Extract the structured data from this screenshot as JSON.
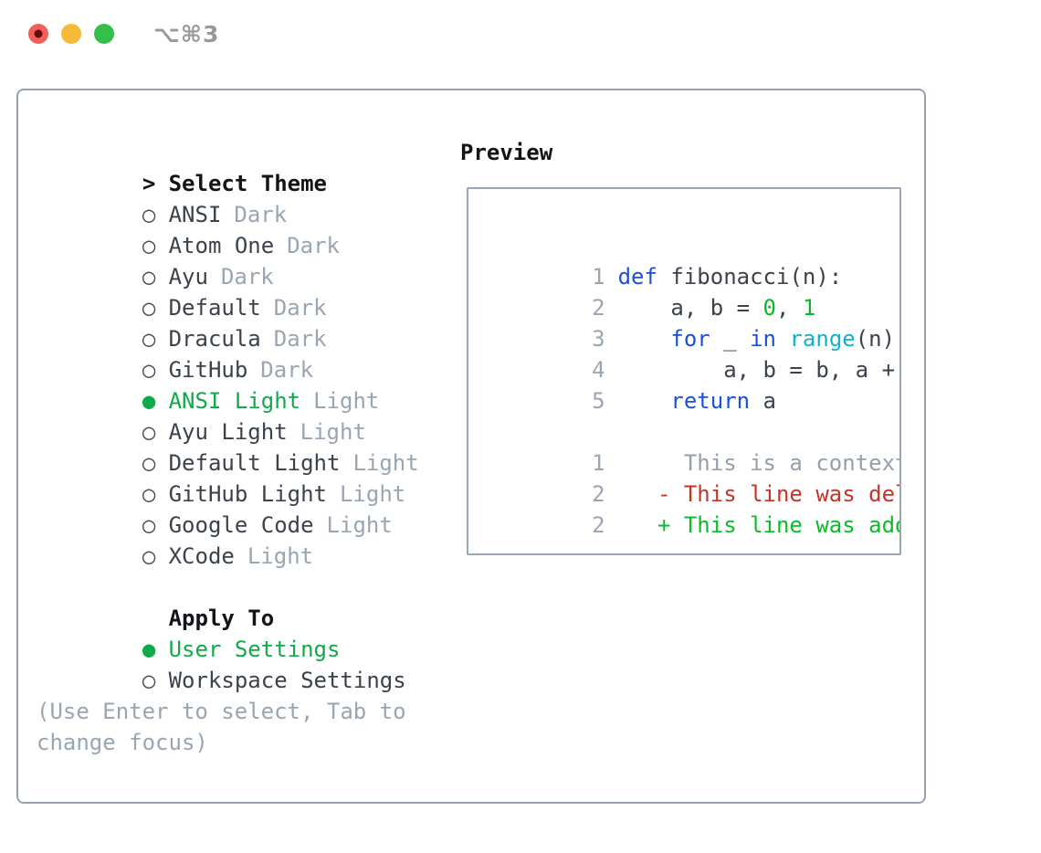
{
  "window": {
    "shortcut_label": "⌥⌘3",
    "traffic_lights": {
      "close_color": "#f35f58",
      "close_dot_color": "#650d0d",
      "minimize_color": "#f5bb38",
      "zoom_color": "#32c04b"
    }
  },
  "colors": {
    "ui_selected_green": "#10ab48",
    "muted_gray": "#9aa5b2",
    "text_dark": "#3c424b",
    "header_black": "#121417",
    "keyword_blue": "#1d50d8",
    "function_cyan": "#10b4c8",
    "value_green": "#0ab823",
    "diff_added_green": "#0abd27",
    "diff_deleted_red": "#c43527",
    "panel_border": "#98a2ae"
  },
  "theme_panel": {
    "header_marker": ">",
    "header": "Select Theme",
    "themes": [
      {
        "marker": "○",
        "name": "ANSI",
        "variant": "Dark"
      },
      {
        "marker": "○",
        "name": "Atom One",
        "variant": "Dark"
      },
      {
        "marker": "○",
        "name": "Ayu",
        "variant": "Dark"
      },
      {
        "marker": "○",
        "name": "Default",
        "variant": "Dark"
      },
      {
        "marker": "○",
        "name": "Dracula",
        "variant": "Dark"
      },
      {
        "marker": "○",
        "name": "GitHub",
        "variant": "Dark"
      },
      {
        "marker": "●",
        "name": "ANSI Light",
        "variant": "Light"
      },
      {
        "marker": "○",
        "name": "Ayu Light",
        "variant": "Light"
      },
      {
        "marker": "○",
        "name": "Default Light",
        "variant": "Light"
      },
      {
        "marker": "○",
        "name": "GitHub Light",
        "variant": "Light"
      },
      {
        "marker": "○",
        "name": "Google Code",
        "variant": "Light"
      },
      {
        "marker": "○",
        "name": "XCode",
        "variant": "Light"
      }
    ],
    "apply_to": {
      "header": "Apply To",
      "options": [
        {
          "marker": "●",
          "label": "User Settings"
        },
        {
          "marker": "○",
          "label": "Workspace Settings"
        }
      ]
    },
    "hint_line1": "(Use Enter to select, Tab to",
    "hint_line2": "change focus)"
  },
  "preview": {
    "title": "Preview",
    "code_lines": [
      {
        "num": "1",
        "t1": "def",
        "t2": " fibonacci(n):"
      },
      {
        "num": "2",
        "t1": "    a, b = ",
        "t2": "0",
        "t3": ", ",
        "t4": "1"
      },
      {
        "num": "3",
        "t1": "    ",
        "t2": "for",
        "t3": " _ ",
        "t4": "in",
        "t5": " ",
        "t6": "range",
        "t7": "(n):"
      },
      {
        "num": "4",
        "t1": "        a, b = b, a + b"
      },
      {
        "num": "5",
        "t1": "    ",
        "t2": "return",
        "t3": " a"
      }
    ],
    "diff_lines": [
      {
        "num": "1",
        "text": "     This is a context line."
      },
      {
        "num": "2",
        "text": "   - This line was deleted."
      },
      {
        "num": "2",
        "text": "   + This line was added."
      }
    ]
  }
}
